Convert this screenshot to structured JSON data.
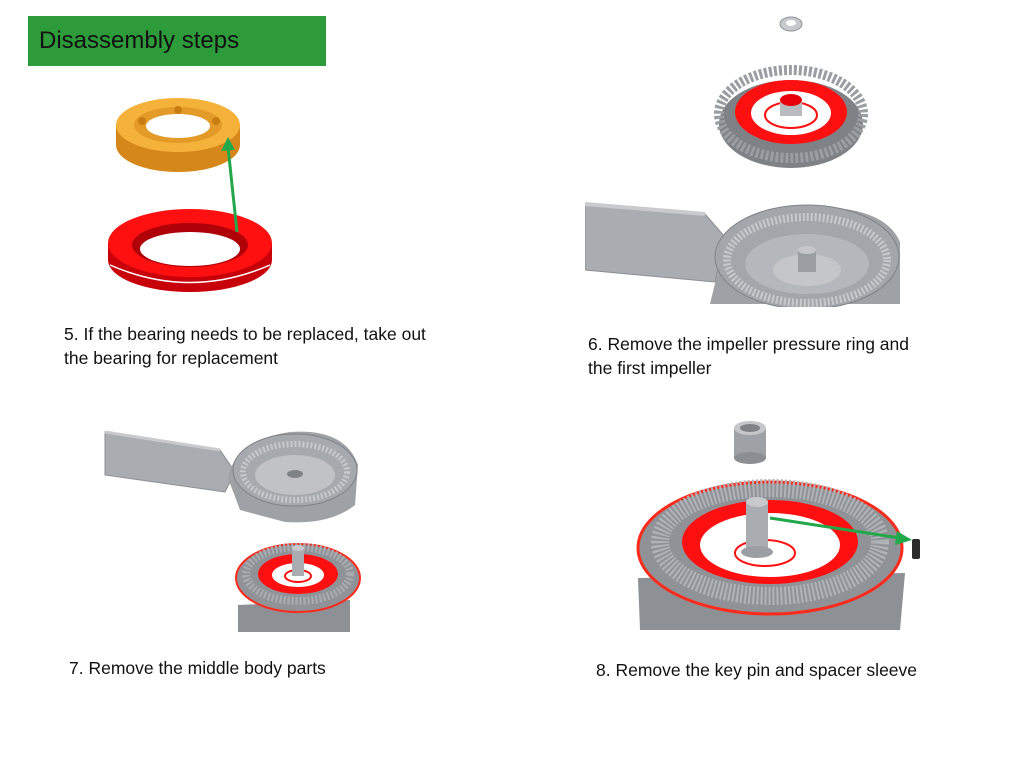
{
  "title": "Disassembly steps",
  "steps": [
    {
      "line1": "5. If the bearing needs to be replaced, take out",
      "line2": "the bearing for replacement"
    },
    {
      "line1": "6. Remove the impeller pressure ring and",
      "line2": "the first impeller"
    },
    {
      "line1": "7. Remove the middle body parts"
    },
    {
      "line1": "8. Remove the key pin and spacer sleeve"
    }
  ],
  "colors": {
    "title_bg": "#2e9b3a",
    "part_red": "#e8000b",
    "bearing_orange": "#f0a21e",
    "metal_grey": "#a9acb0",
    "arrow_green": "#22a84a"
  }
}
